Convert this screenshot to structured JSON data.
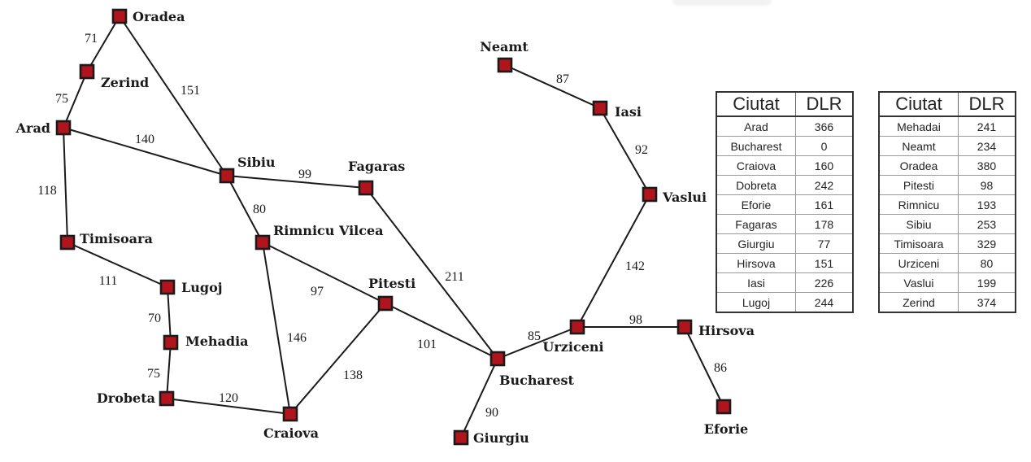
{
  "map": {
    "cities": [
      {
        "id": "oradea",
        "name": "Oradea"
      },
      {
        "id": "zerind",
        "name": "Zerind"
      },
      {
        "id": "arad",
        "name": "Arad"
      },
      {
        "id": "sibiu",
        "name": "Sibiu"
      },
      {
        "id": "fagaras",
        "name": "Fagaras"
      },
      {
        "id": "timisoara",
        "name": "Timisoara"
      },
      {
        "id": "rimnicu",
        "name": "Rimnicu Vilcea"
      },
      {
        "id": "lugoj",
        "name": "Lugoj"
      },
      {
        "id": "mehadia",
        "name": "Mehadia"
      },
      {
        "id": "drobeta",
        "name": "Drobeta"
      },
      {
        "id": "craiova",
        "name": "Craiova"
      },
      {
        "id": "pitesti",
        "name": "Pitesti"
      },
      {
        "id": "bucharest",
        "name": "Bucharest"
      },
      {
        "id": "giurgiu",
        "name": "Giurgiu"
      },
      {
        "id": "urziceni",
        "name": "Urziceni"
      },
      {
        "id": "hirsova",
        "name": "Hirsova"
      },
      {
        "id": "eforie",
        "name": "Eforie"
      },
      {
        "id": "vaslui",
        "name": "Vaslui"
      },
      {
        "id": "iasi",
        "name": "Iasi"
      },
      {
        "id": "neamt",
        "name": "Neamt"
      }
    ],
    "roads": [
      {
        "from": "oradea",
        "to": "zerind",
        "distance": "71"
      },
      {
        "from": "zerind",
        "to": "arad",
        "distance": "75"
      },
      {
        "from": "oradea",
        "to": "sibiu",
        "distance": "151"
      },
      {
        "from": "arad",
        "to": "sibiu",
        "distance": "140"
      },
      {
        "from": "arad",
        "to": "timisoara",
        "distance": "118"
      },
      {
        "from": "sibiu",
        "to": "fagaras",
        "distance": "99"
      },
      {
        "from": "sibiu",
        "to": "rimnicu",
        "distance": "80"
      },
      {
        "from": "timisoara",
        "to": "lugoj",
        "distance": "111"
      },
      {
        "from": "lugoj",
        "to": "mehadia",
        "distance": "70"
      },
      {
        "from": "mehadia",
        "to": "drobeta",
        "distance": "75"
      },
      {
        "from": "drobeta",
        "to": "craiova",
        "distance": "120"
      },
      {
        "from": "rimnicu",
        "to": "craiova",
        "distance": "146"
      },
      {
        "from": "rimnicu",
        "to": "pitesti",
        "distance": "97"
      },
      {
        "from": "craiova",
        "to": "pitesti",
        "distance": "138"
      },
      {
        "from": "pitesti",
        "to": "bucharest",
        "distance": "101"
      },
      {
        "from": "fagaras",
        "to": "bucharest",
        "distance": "211"
      },
      {
        "from": "bucharest",
        "to": "giurgiu",
        "distance": "90"
      },
      {
        "from": "bucharest",
        "to": "urziceni",
        "distance": "85"
      },
      {
        "from": "urziceni",
        "to": "hirsova",
        "distance": "98"
      },
      {
        "from": "hirsova",
        "to": "eforie",
        "distance": "86"
      },
      {
        "from": "urziceni",
        "to": "vaslui",
        "distance": "142"
      },
      {
        "from": "vaslui",
        "to": "iasi",
        "distance": "92"
      },
      {
        "from": "iasi",
        "to": "neamt",
        "distance": "87"
      }
    ]
  },
  "tables": {
    "left": {
      "headers": [
        "Ciutat",
        "DLR"
      ],
      "rows": [
        [
          "Arad",
          "366"
        ],
        [
          "Bucharest",
          "0"
        ],
        [
          "Craiova",
          "160"
        ],
        [
          "Dobreta",
          "242"
        ],
        [
          "Eforie",
          "161"
        ],
        [
          "Fagaras",
          "178"
        ],
        [
          "Giurgiu",
          "77"
        ],
        [
          "Hirsova",
          "151"
        ],
        [
          "Iasi",
          "226"
        ],
        [
          "Lugoj",
          "244"
        ]
      ]
    },
    "right": {
      "headers": [
        "Ciutat",
        "DLR"
      ],
      "rows": [
        [
          "Mehadai",
          "241"
        ],
        [
          "Neamt",
          "234"
        ],
        [
          "Oradea",
          "380"
        ],
        [
          "Pitesti",
          "98"
        ],
        [
          "Rimnicu",
          "193"
        ],
        [
          "Sibiu",
          "253"
        ],
        [
          "Timisoara",
          "329"
        ],
        [
          "Urziceni",
          "80"
        ],
        [
          "Vaslui",
          "199"
        ],
        [
          "Zerind",
          "374"
        ]
      ]
    }
  },
  "colors": {
    "node_fill": "#b0141c",
    "line": "#1a1a1a"
  }
}
